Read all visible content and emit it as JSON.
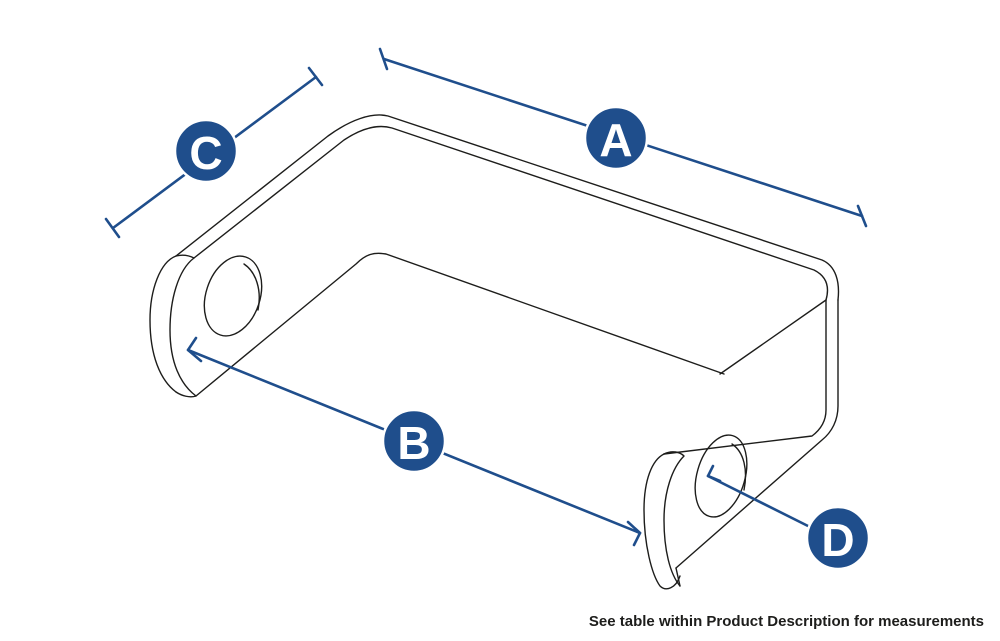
{
  "dimensions": {
    "a": {
      "letter": "A"
    },
    "b": {
      "letter": "B"
    },
    "c": {
      "letter": "C"
    },
    "d": {
      "letter": "D"
    }
  },
  "footnote": "See table within Product Description for measurements",
  "colors": {
    "accent": "#1f4e8c",
    "outline": "#1d1d1b",
    "background": "#ffffff"
  }
}
